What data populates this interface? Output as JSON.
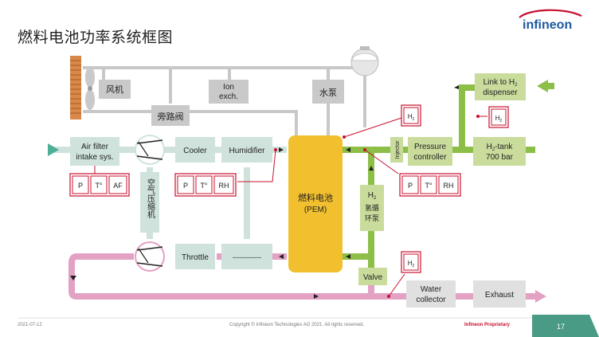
{
  "slide": {
    "title": "燃料电池功率系统框图",
    "logo_text": "infineon",
    "footer_date": "2021-07-12",
    "footer_copyright": "Copyright © Infineon Technologies AG 2021. All rights reserved.",
    "footer_proprietary": "Infineon Proprietary",
    "page_number": "17"
  },
  "diagram": {
    "fan": "风机",
    "ion_exch_1": "Ion",
    "ion_exch_2": "exch.",
    "water_pump": "水泵",
    "bypass_valve": "旁路阀",
    "air_filter_1": "Air filter",
    "air_filter_2": "intake sys.",
    "cooler": "Cooler",
    "humidifier": "Humidifier",
    "air_compressor": "空气压缩机",
    "throttle": "Throttle",
    "dashes": "------------",
    "fuel_cell_1": "燃料电池",
    "fuel_cell_2": "(PEM)",
    "h2_recirc_h": "H",
    "h2_recirc_sub": "2",
    "h2_recirc_2": "氢循",
    "h2_recirc_3": "环泵",
    "injector": "Injector",
    "pressure_ctrl_1": "Pressure",
    "pressure_ctrl_2": "controller",
    "h2_tank_1": "H",
    "h2_tank_sub": "2",
    "h2_tank_rest": "-tank",
    "h2_tank_2": "700 bar",
    "link_1": "Link to H",
    "link_sub": "2",
    "link_2": "dispenser",
    "valve": "Valve",
    "water_collector_1": "Water",
    "water_collector_2": "collector",
    "exhaust": "Exhaust",
    "sensor_p": "P",
    "sensor_t": "T°",
    "sensor_af": "AF",
    "sensor_rh": "RH",
    "sensor_h": "H",
    "sensor_h_sub": "2"
  },
  "colors": {
    "air_line": "#cfe3dc",
    "air_box": "#cfe3dc",
    "air_arrow": "#4daf96",
    "h2_line": "#8dbf48",
    "h2_box": "#c9dc9c",
    "exhaust_line": "#e3a1c4",
    "coolant_line": "#c8c8c8",
    "gray_box": "#c9c9c9",
    "fuel_cell": "#f2c02e",
    "sensor_border": "#c8102e",
    "footer_page_bg": "#4a9b86",
    "logo_blue": "#1c5aa0"
  }
}
